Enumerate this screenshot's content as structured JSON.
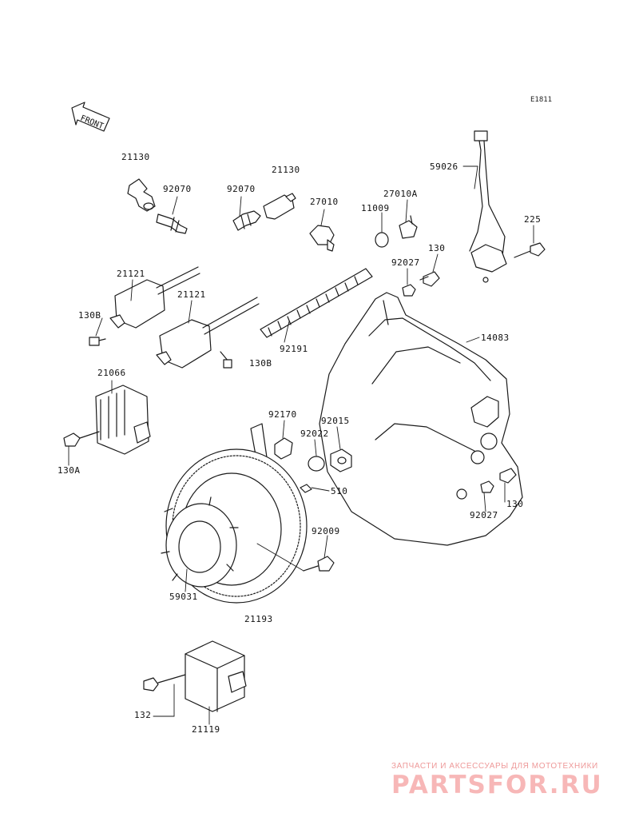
{
  "diagram": {
    "code": "E1811",
    "front_label": "FRONT",
    "parts": [
      "21130",
      "92070",
      "92070",
      "21130",
      "27010",
      "11009",
      "27010A",
      "59026",
      "225",
      "130",
      "92027",
      "21121",
      "21121",
      "130B",
      "92191",
      "130B",
      "14083",
      "21066",
      "92170",
      "92015",
      "92022",
      "130A",
      "510",
      "130",
      "92027",
      "92009",
      "59031",
      "21193",
      "132",
      "21119"
    ]
  },
  "watermark": {
    "caption": "ЗАПЧАСТИ И АКСЕССУАРЫ ДЛЯ МОТОТЕХНИКИ",
    "logo": "PARTSFOR.RU"
  },
  "colors": {
    "line": "#1a1a1a",
    "watermark": "#f7b7b7"
  }
}
